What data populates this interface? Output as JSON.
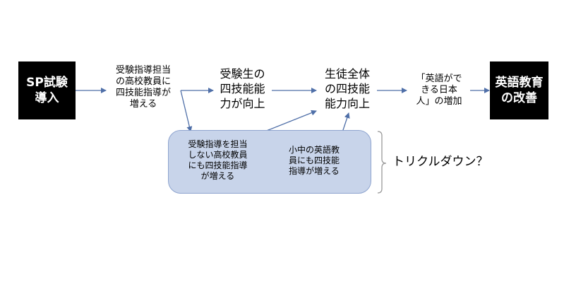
{
  "nodes": {
    "sp": [
      "SP試験",
      "導入"
    ],
    "teachers": [
      "受験指導担当",
      "の高校教員に",
      "四技能指導が",
      "増える"
    ],
    "students": [
      "受験生の",
      "四技能能",
      "力が向上"
    ],
    "all_students": [
      "生徒全体",
      "の四技能",
      "能力向上"
    ],
    "japanese": [
      "「英語がで",
      "きる日本",
      "人」の増加"
    ],
    "improve": [
      "英語教育",
      "の改善"
    ],
    "others": [
      "受験指導を担当",
      "しない高校教員",
      "にも四技能指導",
      "が増える"
    ],
    "elem": [
      "小中の英語教",
      "員にも四技能",
      "指導が増える"
    ],
    "trickle": "トリクルダウン？"
  },
  "colors": {
    "arrow": "#4f6fa8",
    "box": "#c8d4ea",
    "black": "#000000"
  }
}
